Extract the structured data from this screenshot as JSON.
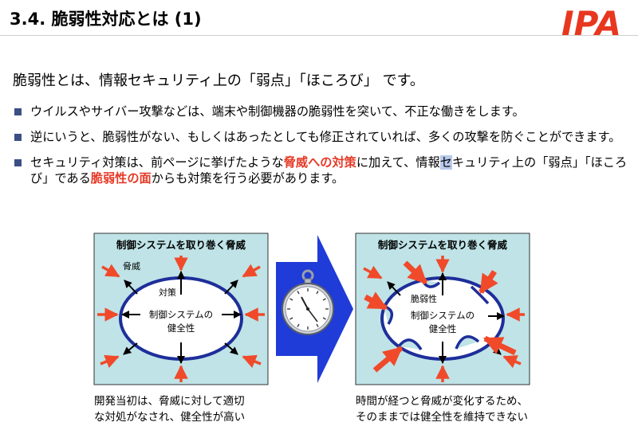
{
  "header": {
    "title": "3.4. 脆弱性対応とは (1)",
    "logo": "IPA",
    "brand_color": "#e8371f"
  },
  "intro": "脆弱性とは、情報セキュリティ上の「弱点」「ほころび」 です。",
  "bullets": [
    {
      "text": "ウイルスやサイバー攻撃などは、端末や制御機器の脆弱性を突いて、不正な働きをします。"
    },
    {
      "text": "逆にいうと、脆弱性がない、もしくはあったとしても修正されていれば、多くの攻撃を防ぐことができます。"
    },
    {
      "pre": "セキュリティ対策は、前ページに挙げたような",
      "em1": "脅威への対策",
      "mid1": "に加えて、情報",
      "hl": "セ",
      "mid2": "キュリティ上の「弱点」「ほころび」である",
      "em2": "脆弱性の面",
      "post": "からも対策を行う必要があります。"
    }
  ],
  "diagram_left": {
    "box_title": "制御システムを取り巻く脅威",
    "threat_label": "脅威",
    "defense_label": "対策",
    "center_line1": "制御システムの",
    "center_line2": "健全性",
    "caption_line1": "開発当初は、脅威に対して適切",
    "caption_line2": "な対処がなされ、健全性が高い"
  },
  "diagram_right": {
    "box_title": "制御システムを取り巻く脅威",
    "vuln_label": "脆弱性",
    "center_line1": "制御システムの",
    "center_line2": "健全性",
    "caption_line1": "時間が経つと脅威が変化するため、",
    "caption_line2": "そのままでは健全性を維持できない"
  },
  "colors": {
    "panel_fill": "#bfe3e7",
    "outline_blue": "#1e2e9a",
    "threat_red": "#f04a2a",
    "arrow_blue": "#1f3bd8",
    "bullet_square": "#3b4f86"
  },
  "icons": [
    "stopwatch-icon",
    "transition-arrow-icon"
  ]
}
